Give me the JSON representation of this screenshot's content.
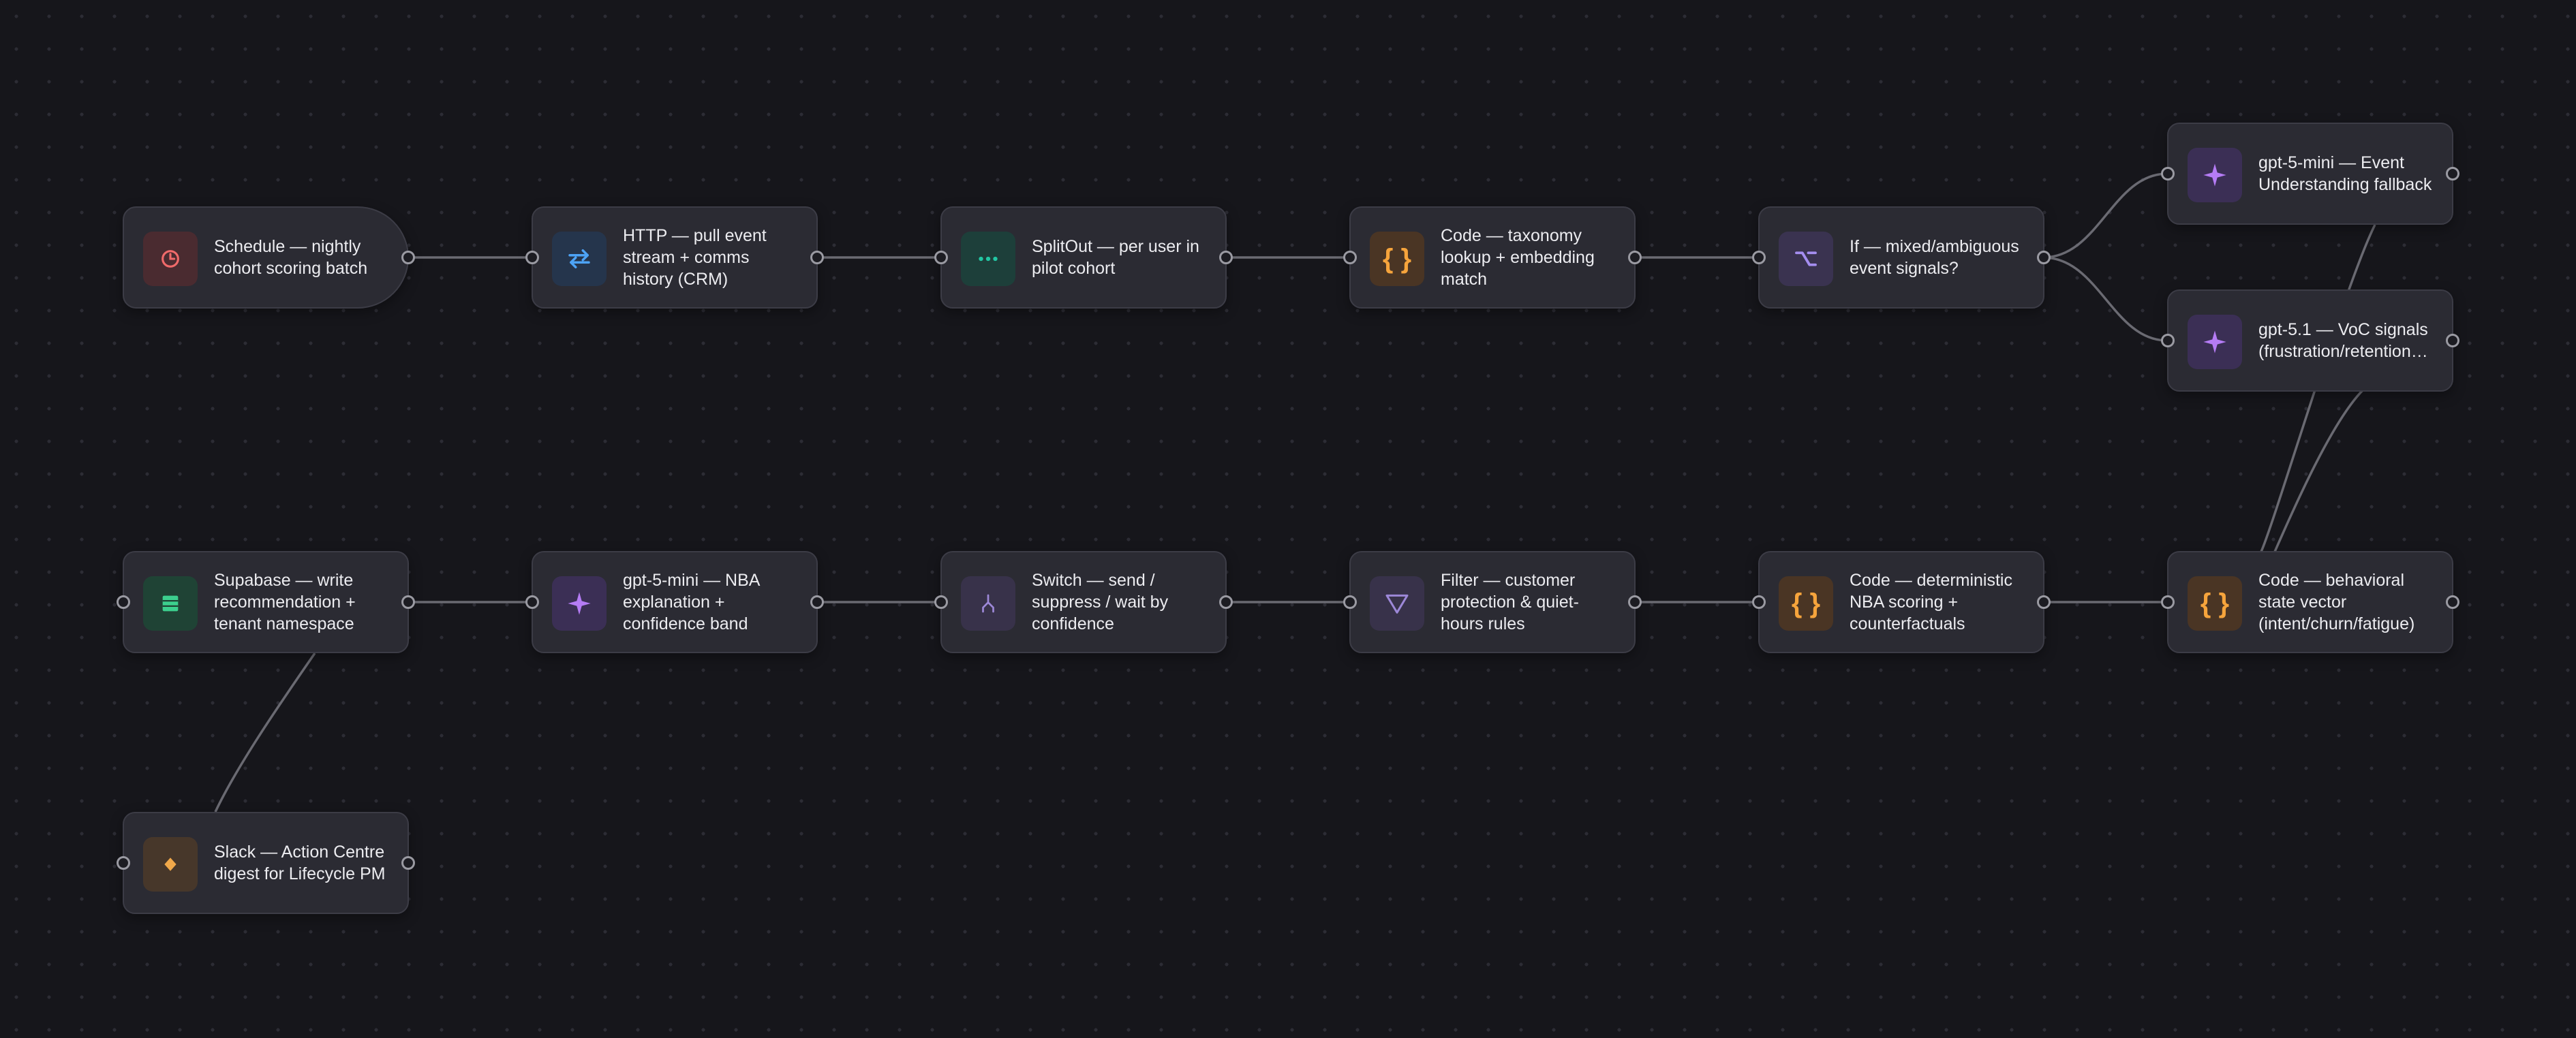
{
  "canvas": {
    "background": "#16161b",
    "edge_color": "#6a6a72"
  },
  "nodes": {
    "schedule": {
      "label": "Schedule — nightly cohort scoring batch",
      "icon": "clock-icon",
      "color": "#f06a6a"
    },
    "http": {
      "label": "HTTP — pull event stream + comms history (CRM)",
      "icon": "arrows-exchange-icon",
      "color": "#4da3f5"
    },
    "splitout": {
      "label": "SplitOut — per user in pilot cohort",
      "icon": "dots-icon",
      "color": "#22c6a3"
    },
    "code_taxonomy": {
      "label": "Code — taxonomy lookup + embedding match",
      "icon": "braces-icon",
      "color": "#f6a43c"
    },
    "if_mixed": {
      "label": "If — mixed/ambiguous event signals?",
      "icon": "branch-icon",
      "color": "#a58ef0"
    },
    "gpt5mini_event": {
      "label": "gpt-5-mini — Event Understanding fallback",
      "icon": "sparkle-icon",
      "color": "#b57cf5"
    },
    "gpt51_voc": {
      "label": "gpt-5.1 — VoC signals (frustration/retention…",
      "icon": "sparkle-icon",
      "color": "#b57cf5"
    },
    "code_behavioral": {
      "label": "Code — behavioral state vector (intent/churn/fatigue)",
      "icon": "braces-icon",
      "color": "#f6a43c"
    },
    "code_nba": {
      "label": "Code — deterministic NBA scoring + counterfactuals",
      "icon": "braces-icon",
      "color": "#f6a43c"
    },
    "filter": {
      "label": "Filter — customer protection & quiet-hours rules",
      "icon": "funnel-icon",
      "color": "#9d88d8"
    },
    "switch": {
      "label": "Switch — send / suppress / wait by confidence",
      "icon": "switch-icon",
      "color": "#9d88d8"
    },
    "gpt5mini_nba": {
      "label": "gpt-5-mini — NBA explanation + confidence band",
      "icon": "sparkle-icon",
      "color": "#b57cf5"
    },
    "supabase": {
      "label": "Supabase — write recommendation + tenant namespace",
      "icon": "database-icon",
      "color": "#3ccf8e"
    },
    "slack": {
      "label": "Slack — Action Centre digest for Lifecycle PM",
      "icon": "slack-icon",
      "color": "#f0a84a"
    }
  }
}
